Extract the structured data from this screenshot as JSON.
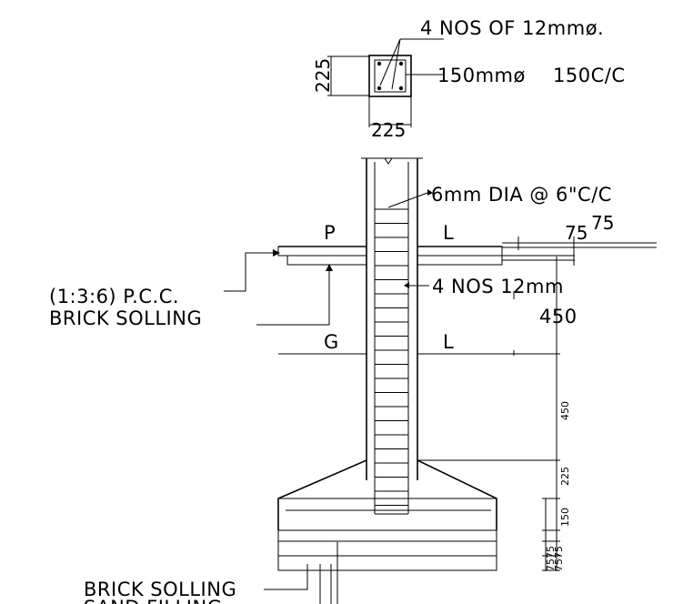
{
  "labels": {
    "main_bars": "4 NOS OF 12mmø.",
    "section_width": "225",
    "section_depth": "225",
    "stirrup_dia": "150mmø",
    "stirrup_spacing": "150C/C",
    "stirrup_spec": "6mm DIA @ 6\"C/C",
    "plinth_p": "P",
    "plinth_l": "L",
    "pcc_offset_1": "75",
    "pcc_offset_2": "75",
    "column_bars": "4 NOS 12mm",
    "column_width": "450",
    "pcc_label": "(1:3:6) P.C.C.",
    "brick_solling_top": "BRICK SOLLING",
    "ground_g": "G",
    "ground_l": "L",
    "dim_450": "450",
    "dim_225": "225",
    "dim_150": "150",
    "dim_75_stack": "7575",
    "dim_75_stack_b": "7575",
    "brick_solling_bottom": "BRICK SOLLING",
    "sand_filling": "SAND FILLING"
  }
}
